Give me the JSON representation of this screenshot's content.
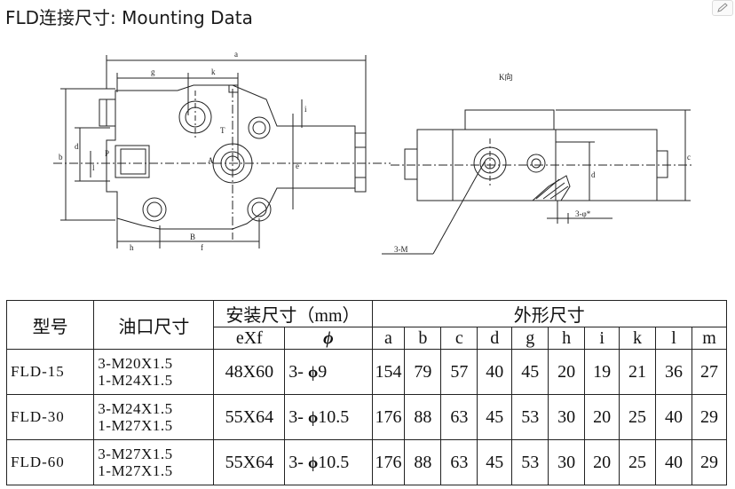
{
  "title": "FLD连接尺寸: Mounting Data",
  "drawing": {
    "dim_a": "a",
    "dim_g": "g",
    "dim_k": "k",
    "dim_b": "b",
    "dim_d": "d",
    "dim_e": "e",
    "dim_h": "h",
    "dim_f": "f",
    "dim_i": "i",
    "dim_l": "l",
    "dim_c": "c",
    "port_P": "P",
    "port_A": "A",
    "port_T": "T",
    "port_B": "B",
    "view_label": "K向",
    "thread_label": "3-M",
    "phi_label": "3-φ*"
  },
  "table": {
    "headers": {
      "model": "型号",
      "port": "油口尺寸",
      "install": "安装尺寸（mm）",
      "outline": "外形尺寸",
      "exf": "eXf",
      "phi": "ϕ",
      "cols": [
        "a",
        "b",
        "c",
        "d",
        "g",
        "h",
        "i",
        "k",
        "l",
        "m"
      ]
    },
    "rows": [
      {
        "model": "FLD-15",
        "port1": "3-M20X1.5",
        "port2": "1-M24X1.5",
        "exf": "48X60",
        "phi_prefix": "3-",
        "phi": "ϕ",
        "phi_val": "9",
        "vals": [
          "154",
          "79",
          "57",
          "40",
          "45",
          "20",
          "19",
          "21",
          "36",
          "27"
        ]
      },
      {
        "model": "FLD-30",
        "port1": "3-M24X1.5",
        "port2": "1-M27X1.5",
        "exf": "55X64",
        "phi_prefix": "3-",
        "phi": "ϕ",
        "phi_val": "10.5",
        "vals": [
          "176",
          "88",
          "63",
          "45",
          "53",
          "30",
          "20",
          "25",
          "40",
          "29"
        ]
      },
      {
        "model": "FLD-60",
        "port1": "3-M27X1.5",
        "port2": "1-M27X1.5",
        "exf": "55X64",
        "phi_prefix": "3-",
        "phi": "ϕ",
        "phi_val": "10.5",
        "vals": [
          "176",
          "88",
          "63",
          "45",
          "53",
          "30",
          "20",
          "25",
          "40",
          "29"
        ]
      }
    ]
  }
}
